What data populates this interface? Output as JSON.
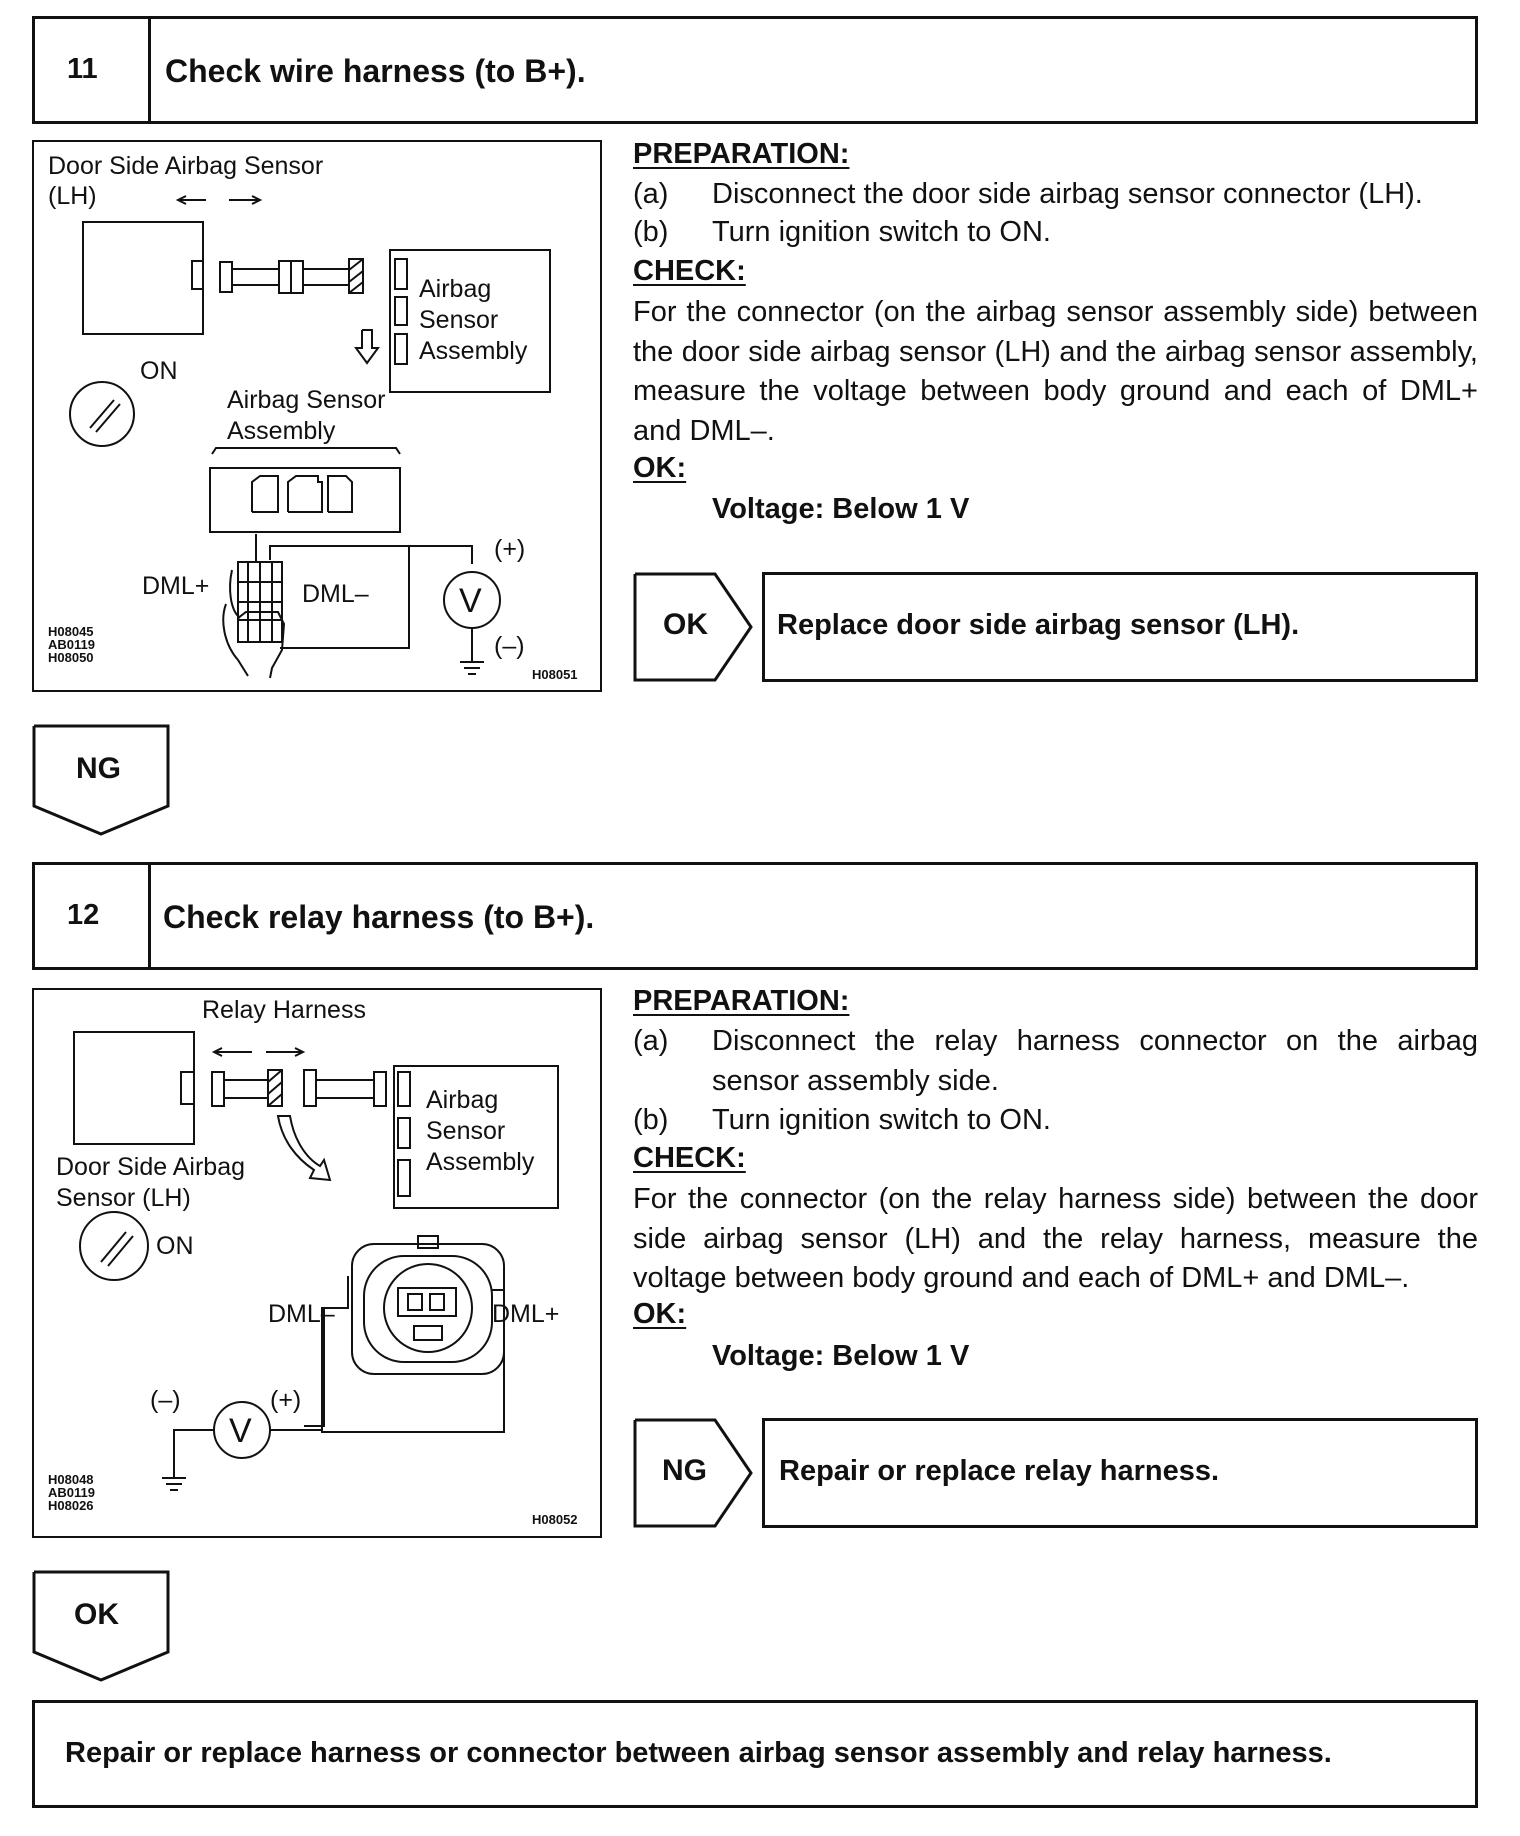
{
  "step11": {
    "number": "11",
    "title": "Check wire harness (to B+).",
    "figure": {
      "label_sensor": "Door Side Airbag Sensor",
      "label_lh": "(LH)",
      "label_assembly_box": [
        "Airbag",
        "Sensor",
        "Assembly"
      ],
      "label_on": "ON",
      "label_assembly_connector": [
        "Airbag Sensor",
        "Assembly"
      ],
      "label_dml_plus": "DML+",
      "label_dml_minus": "DML–",
      "label_plus": "(+)",
      "label_minus": "(–)",
      "meter": "V",
      "codes_left": [
        "H08045",
        "AB0119",
        "H08050"
      ],
      "code_right": "H08051"
    },
    "preparation_header": "PREPARATION:",
    "prep_a_label": "(a)",
    "prep_a_text": "Disconnect the door side airbag sensor connector (LH).",
    "prep_b_label": "(b)",
    "prep_b_text": "Turn ignition switch to ON.",
    "check_header": "CHECK:",
    "check_text": "For the connector (on the airbag sensor assembly side) between the door side airbag sensor (LH) and the airbag sensor assembly, measure the voltage between body ground and each of DML+ and DML–.",
    "ok_header": "OK:",
    "ok_value": "Voltage: Below 1 V",
    "result_tag": "OK",
    "result_text": "Replace door side airbag sensor (LH).",
    "flow_tag": "NG"
  },
  "step12": {
    "number": "12",
    "title": "Check relay harness (to B+).",
    "figure": {
      "label_relay_harness": "Relay Harness",
      "label_assembly_box": [
        "Airbag",
        "Sensor",
        "Assembly"
      ],
      "label_sensor": [
        "Door Side Airbag",
        "Sensor (LH)"
      ],
      "label_on": "ON",
      "label_dml_minus": "DML–",
      "label_dml_plus": "DML+",
      "label_minus": "(–)",
      "label_plus": "(+)",
      "meter": "V",
      "codes_left": [
        "H08048",
        "AB0119",
        "H08026"
      ],
      "code_right": "H08052"
    },
    "preparation_header": "PREPARATION:",
    "prep_a_label": "(a)",
    "prep_a_text": "Disconnect the relay harness connector on the airbag sensor assembly side.",
    "prep_b_label": "(b)",
    "prep_b_text": "Turn ignition switch to ON.",
    "check_header": "CHECK:",
    "check_text": "For the connector (on the relay harness side) between the door side airbag sensor (LH) and the relay harness, measure the voltage between body ground and each of DML+ and DML–.",
    "ok_header": "OK:",
    "ok_value": "Voltage: Below 1 V",
    "result_tag": "NG",
    "result_text": "Repair or replace relay harness.",
    "flow_tag": "OK"
  },
  "final": {
    "text": "Repair or replace harness or connector between airbag sensor assembly and relay harness."
  }
}
